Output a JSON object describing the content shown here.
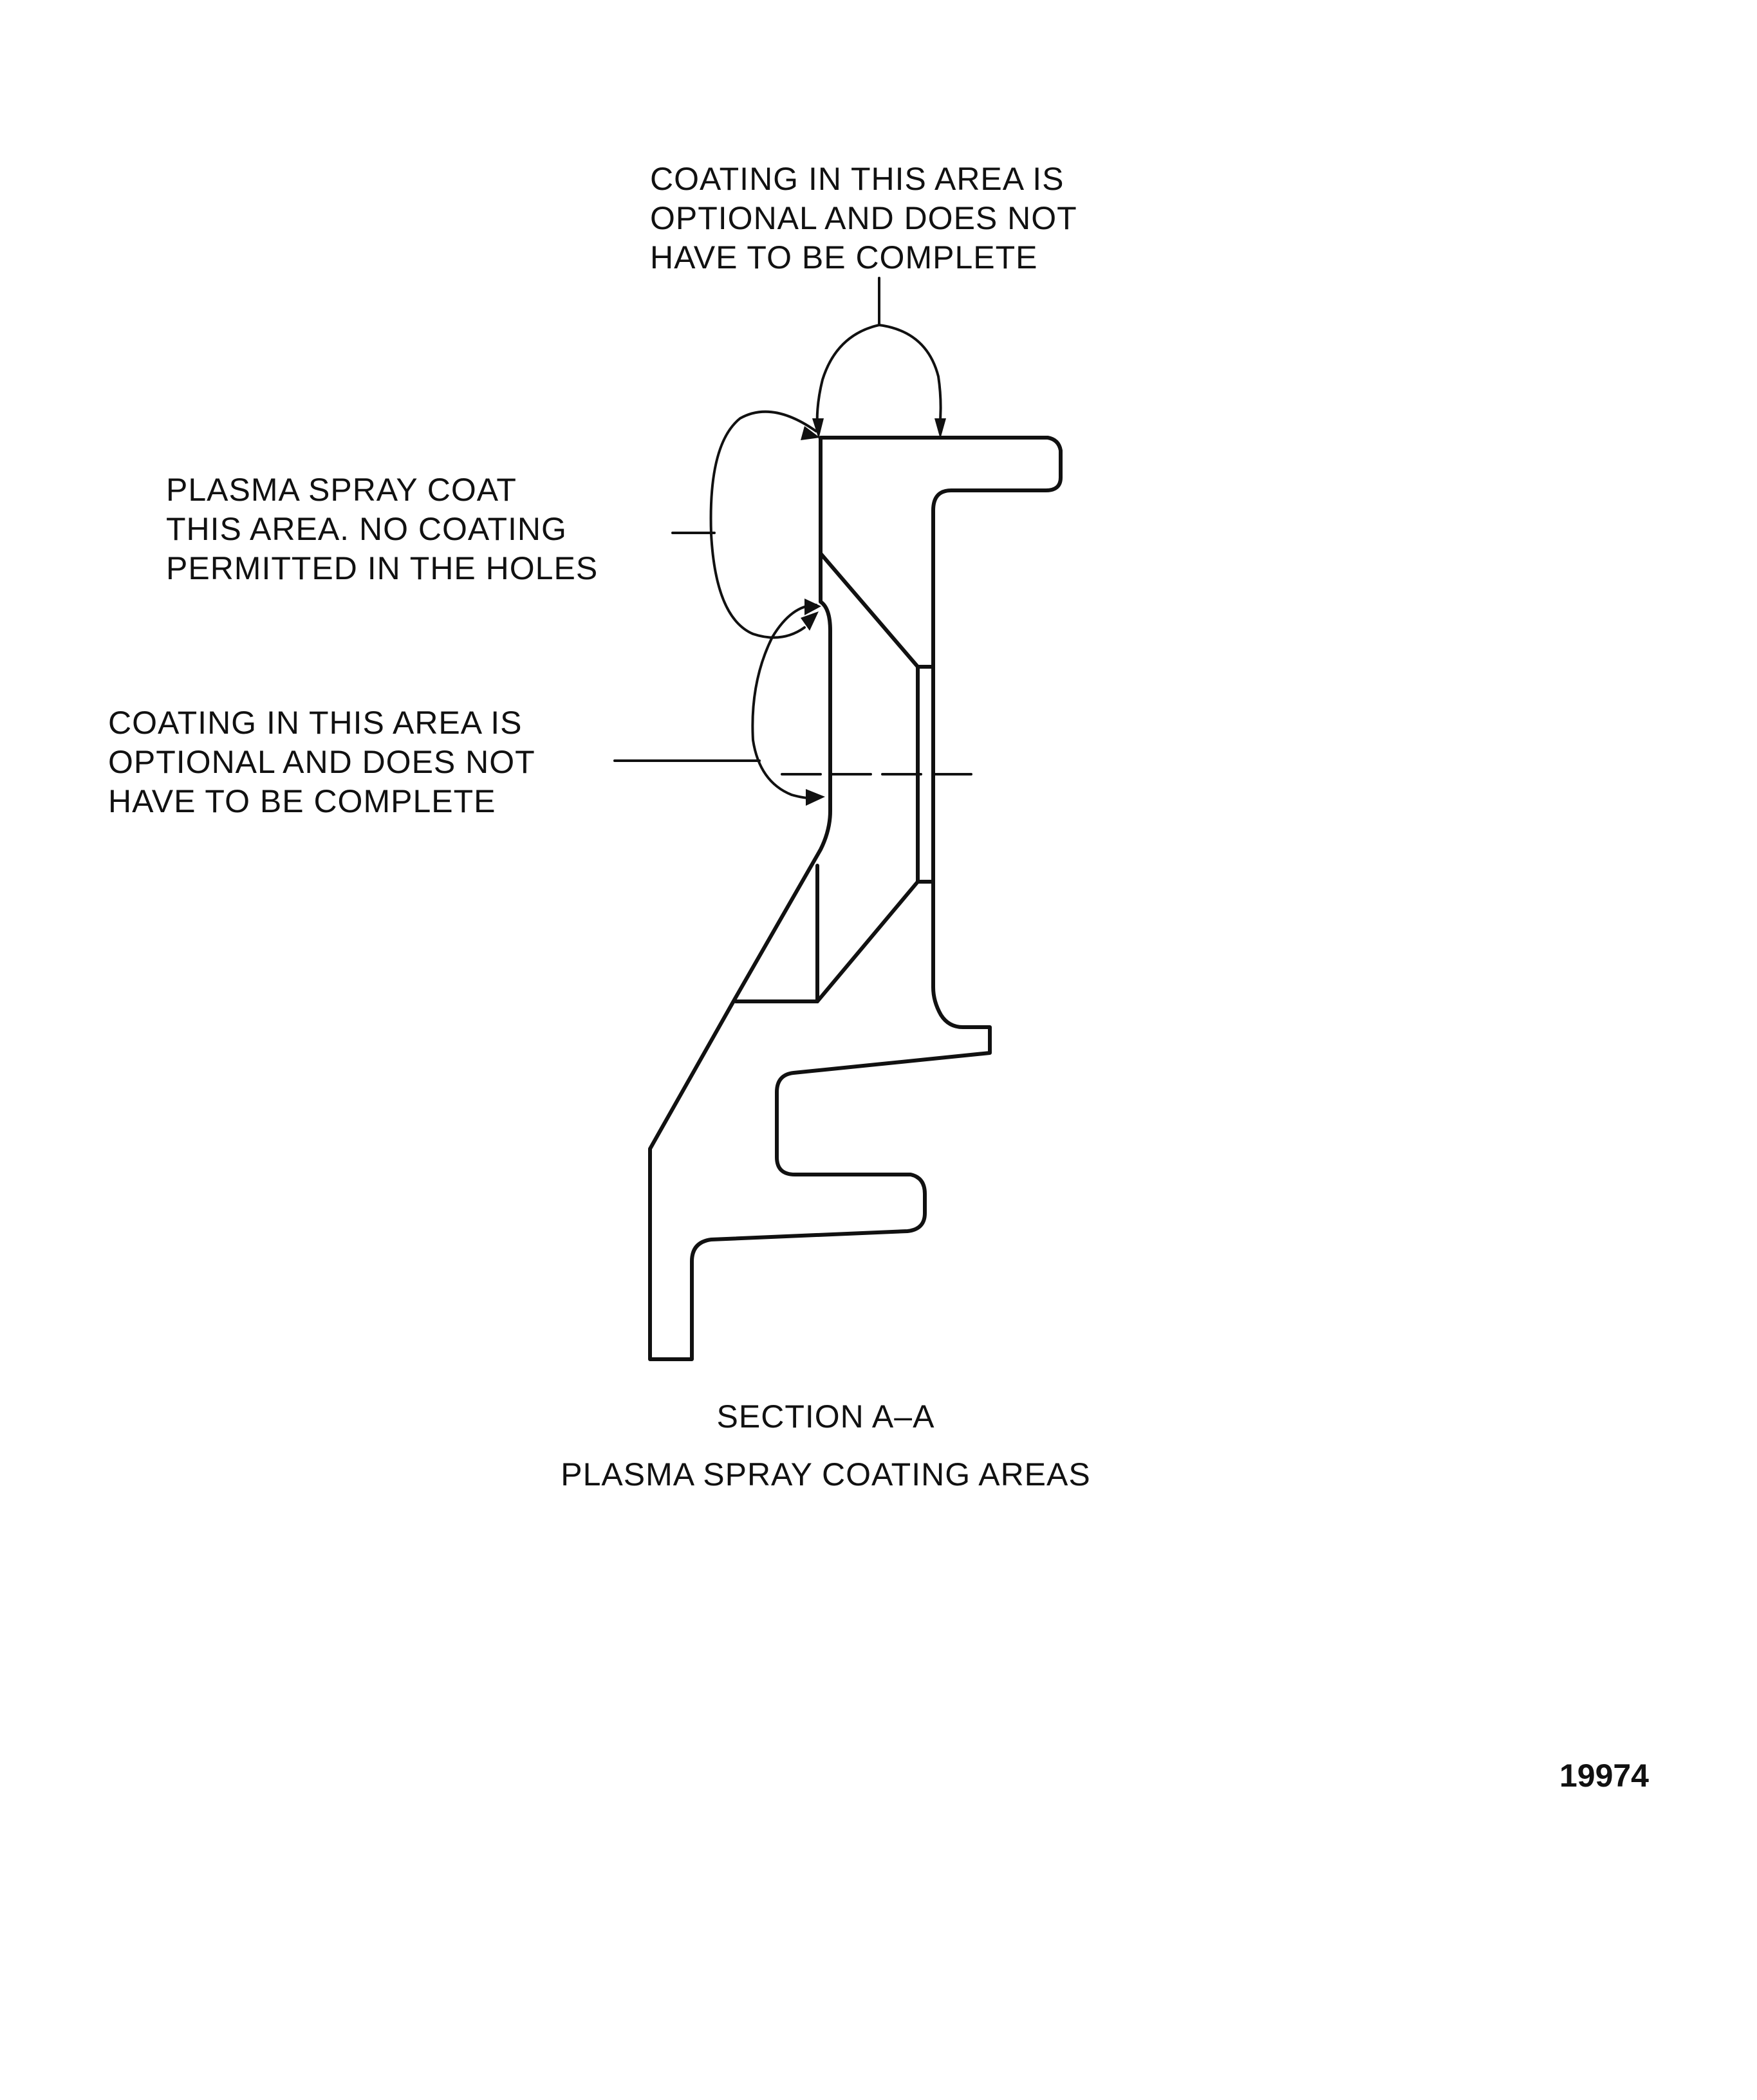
{
  "callouts": {
    "top_optional": {
      "lines": [
        "COATING IN THIS AREA IS",
        "OPTIONAL AND DOES NOT",
        "HAVE TO BE COMPLETE"
      ]
    },
    "plasma_spray": {
      "lines": [
        "PLASMA SPRAY COAT",
        "THIS AREA. NO COATING",
        "PERMITTED IN THE HOLES"
      ]
    },
    "side_optional": {
      "lines": [
        "COATING IN THIS AREA IS",
        "OPTIONAL AND DOES NOT",
        "HAVE TO BE COMPLETE"
      ]
    }
  },
  "caption": {
    "section": "SECTION A–A",
    "title": "PLASMA SPRAY COATING AREAS"
  },
  "figure_number": "19974",
  "colors": {
    "ink": "#111111",
    "paper": "#ffffff"
  }
}
